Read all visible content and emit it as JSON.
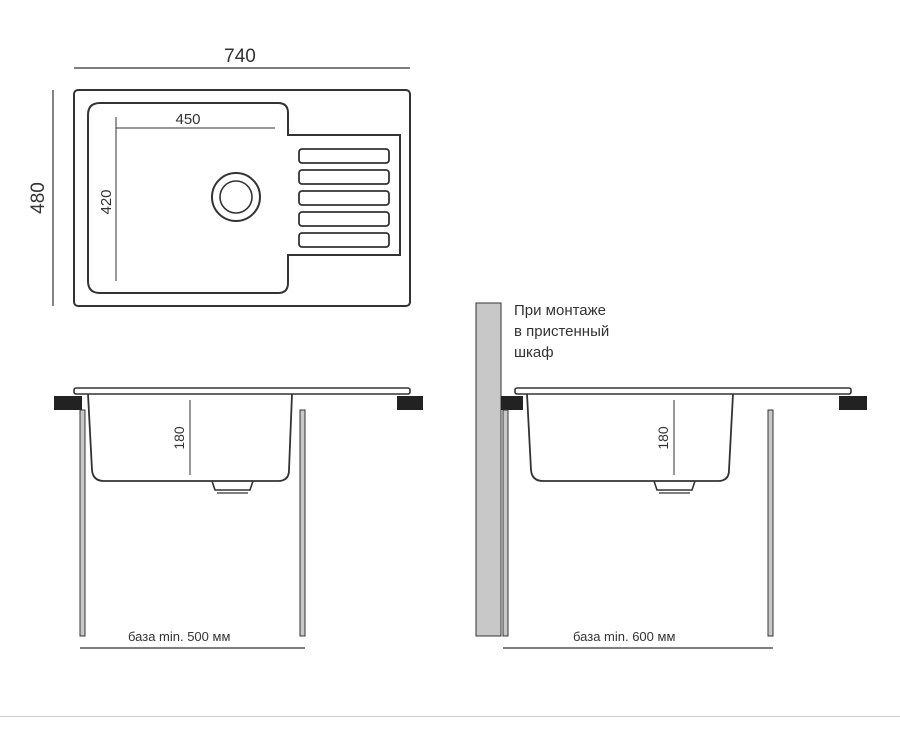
{
  "colors": {
    "stroke": "#333333",
    "wall_fill": "#c8c8c8",
    "seal": "#222222",
    "leg_fill": "#c8c8c8"
  },
  "top_view": {
    "overall_width": "740",
    "overall_depth": "480",
    "bowl_width": "450",
    "bowl_depth": "420",
    "drain_icon": "drain-circle-icon",
    "drainboard_slots": 5
  },
  "front_view_left": {
    "bowl_depth": "180",
    "base_label": "база min. 500 мм"
  },
  "front_view_right": {
    "bowl_depth": "180",
    "base_label": "база min. 600 мм",
    "note_lines": [
      "При монтаже",
      "в пристенный",
      "шкаф"
    ]
  }
}
